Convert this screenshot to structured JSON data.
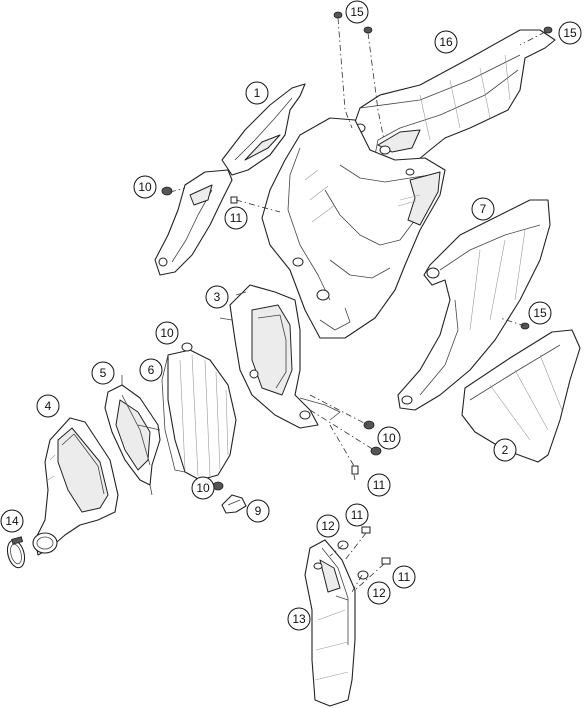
{
  "diagram": {
    "callouts": [
      "1",
      "2",
      "3",
      "4",
      "5",
      "6",
      "7",
      "9",
      "10",
      "11",
      "12",
      "13",
      "14",
      "15",
      "16"
    ],
    "labels": {
      "c1": "1",
      "c2": "2",
      "c3": "3",
      "c4": "4",
      "c5": "5",
      "c6": "6",
      "c7": "7",
      "c9": "9",
      "c10a": "10",
      "c10b": "10",
      "c10c": "10",
      "c10d": "10",
      "c11a": "11",
      "c11b": "11",
      "c11c": "11",
      "c11d": "11",
      "c12a": "12",
      "c12b": "12",
      "c13": "13",
      "c14": "14",
      "c15a": "15",
      "c15b": "15",
      "c15c": "15",
      "c16": "16"
    },
    "stroke_color": "#222222",
    "background_color": "#ffffff"
  }
}
